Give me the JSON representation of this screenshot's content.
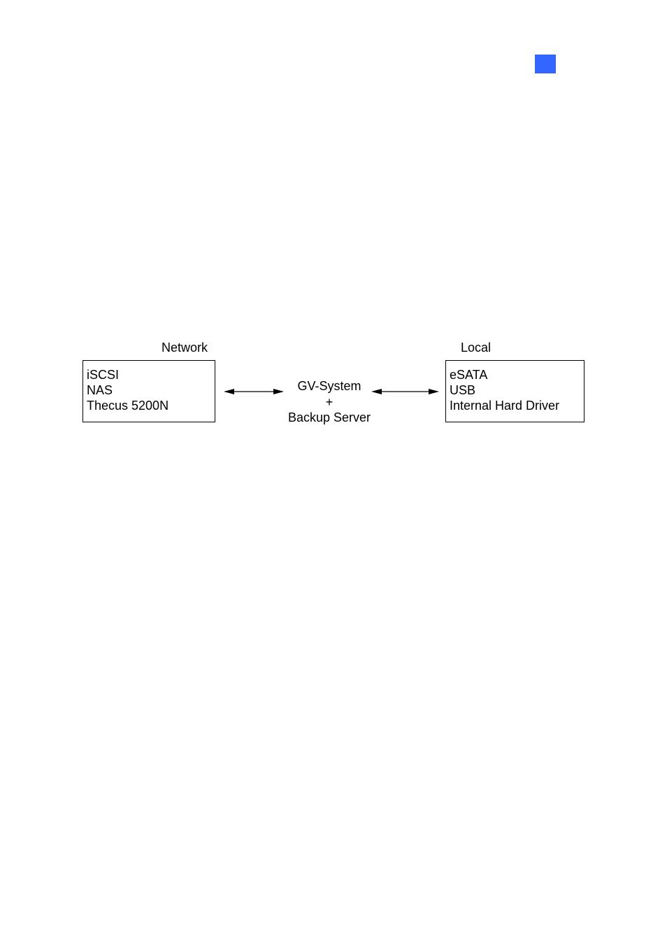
{
  "page": {
    "accent_color": "#3366ff"
  },
  "diagram": {
    "network": {
      "label": "Network",
      "items": [
        "iSCSI",
        "NAS",
        "Thecus 5200N"
      ]
    },
    "center": {
      "lines": [
        "GV-System",
        "+",
        "Backup Server"
      ]
    },
    "local": {
      "label": "Local",
      "items": [
        "eSATA",
        "USB",
        "Internal Hard Driver"
      ]
    },
    "connectors": [
      {
        "from": "network",
        "to": "center",
        "type": "bidirectional-arrow"
      },
      {
        "from": "center",
        "to": "local",
        "type": "bidirectional-arrow"
      }
    ]
  }
}
